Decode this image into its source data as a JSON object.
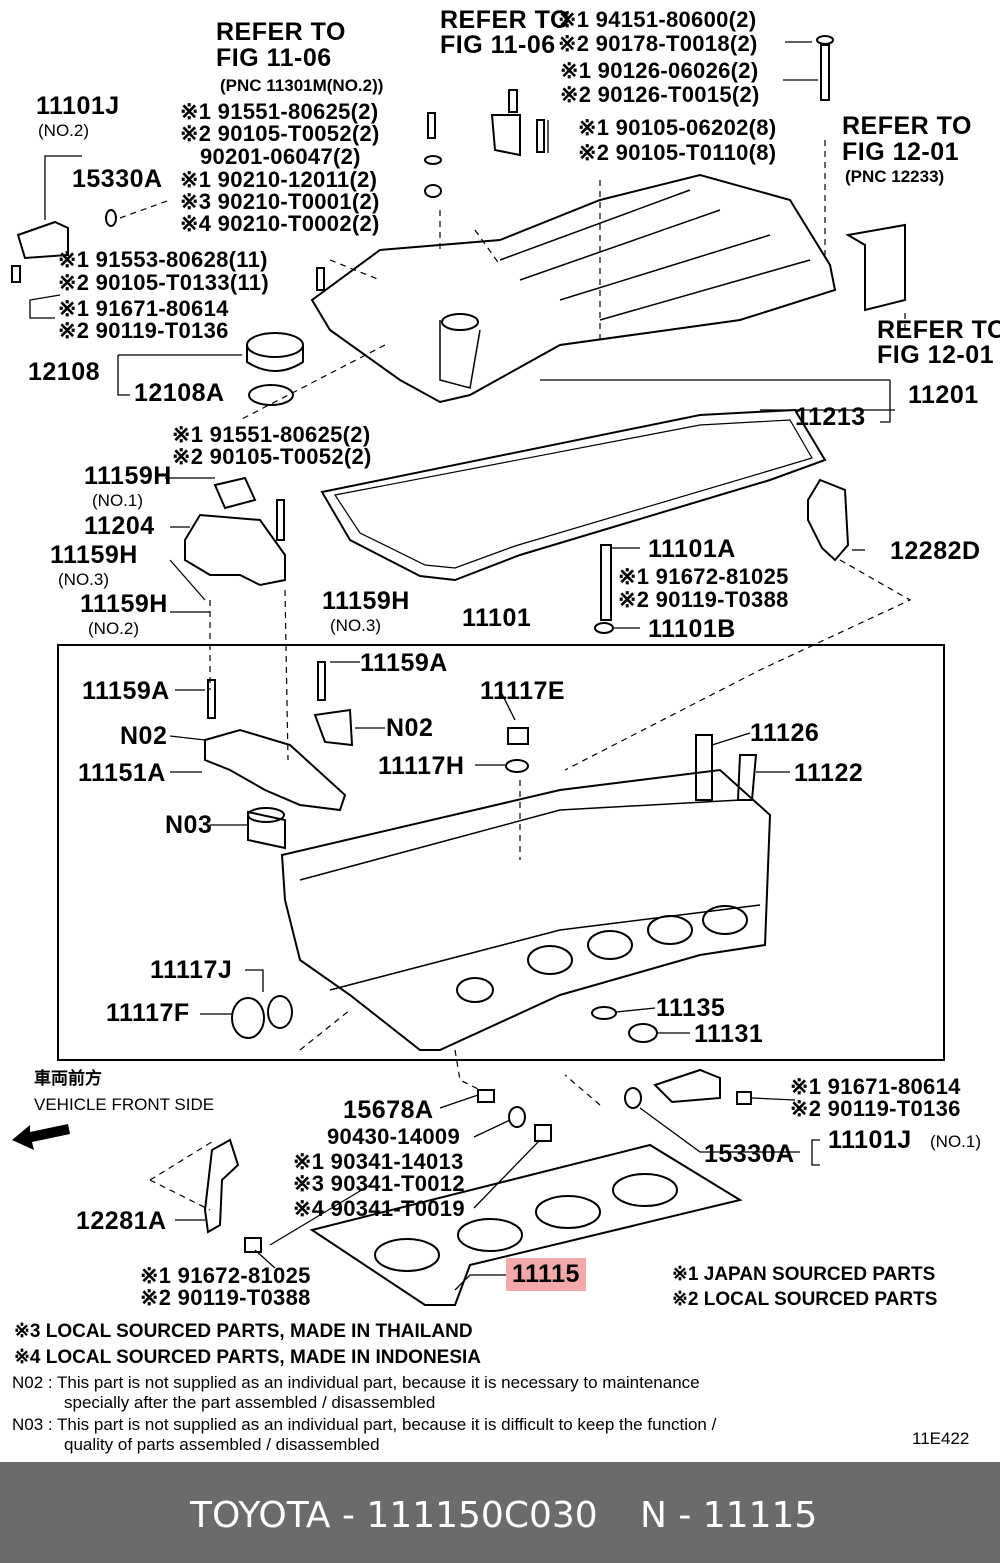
{
  "labels": {
    "refer_1106_a": "REFER TO",
    "refer_1106_b": "FIG 11-06",
    "refer_1106_pnc": "(PNC 11301M(NO.2))",
    "refer_1106c_a": "REFER TO",
    "refer_1106c_b": "FIG 11-06",
    "p94151": "※1 94151-80600(2)",
    "p90178": "※2 90178-T0018(2)",
    "p90126a": "※1 90126-06026(2)",
    "p90126b": "※2 90126-T0015(2)",
    "p11101j_top": "11101J",
    "p11101j_top_no": "(NO.2)",
    "p91551a": "※1 91551-80625(2)",
    "p90105a": "※2 90105-T0052(2)",
    "p90201": "90201-06047(2)",
    "p90210a": "※1 90210-12011(2)",
    "p90210b": "※3 90210-T0001(2)",
    "p90210c": "※4 90210-T0002(2)",
    "p15330a_top": "15330A",
    "p90105b": "※1 90105-06202(8)",
    "p90105c": "※2 90105-T0110(8)",
    "refer_1201_a": "REFER TO",
    "refer_1201_b": "FIG 12-01",
    "refer_1201_pnc": "(PNC 12233)",
    "p91553": "※1 91553-80628(11)",
    "p90105d": "※2 90105-T0133(11)",
    "p91671a": "※1 91671-80614",
    "p90119a": "※2 90119-T0136",
    "refer_1201b_a": "REFER TO",
    "refer_1201b_b": "FIG 12-01",
    "p12108": "12108",
    "p12108a": "12108A",
    "p11201": "11201",
    "p11213": "11213",
    "p91551b": "※1 91551-80625(2)",
    "p90105e": "※2 90105-T0052(2)",
    "p11159h_1": "11159H",
    "p11159h_1_no": "(NO.1)",
    "p11204": "11204",
    "p11159h_3": "11159H",
    "p11159h_3_no": "(NO.3)",
    "p11159h_2": "11159H",
    "p11159h_2_no": "(NO.2)",
    "p11159h_3b": "11159H",
    "p11159h_3b_no": "(NO.3)",
    "p11101": "11101",
    "p11101a": "11101A",
    "p91672a": "※1 91672-81025",
    "p90119b": "※2 90119-T0388",
    "p11101b": "11101B",
    "p12282d": "12282D",
    "p11159a_1": "11159A",
    "p11159a_2": "11159A",
    "p11117e": "11117E",
    "p n02_1": "N02",
    "p_n02_1": "N02",
    "p_n02_2": "N02",
    "p11151a": "11151A",
    "p11117h": "11117H",
    "p11126": "11126",
    "p11122": "11122",
    "p_n03": "N03",
    "p11117j": "11117J",
    "p11117f": "11117F",
    "p11135": "11135",
    "p11131": "11131",
    "front_jp": "車両前方",
    "front_en": "VEHICLE FRONT SIDE",
    "p15678a": "15678A",
    "p90430": "90430-14009",
    "p90341a": "※1 90341-14013",
    "p90341b": "※3 90341-T0012",
    "p90341c": "※4 90341-T0019",
    "p91671b": "※1 91671-80614",
    "p90119c": "※2 90119-T0136",
    "p15330a_bot": "15330A",
    "p11101j_bot": "11101J",
    "p11101j_bot_no": "(NO.1)",
    "p12281a": "12281A",
    "p91672b": "※1 91672-81025",
    "p90119d": "※2 90119-T0388",
    "p11115": "11115",
    "legend1": "※1 JAPAN SOURCED PARTS",
    "legend2": "※2 LOCAL SOURCED PARTS"
  },
  "notes": {
    "n3": "※3 LOCAL SOURCED PARTS, MADE IN THAILAND",
    "n4": "※4 LOCAL SOURCED PARTS, MADE IN INDONESIA",
    "n02_a": "N02 : This part is not supplied as an individual part, because it is necessary to maintenance",
    "n02_b": "specially after the part assembled / disassembled",
    "n03_a": "N03 : This part is not supplied as an individual part, because it is difficult to keep the function /",
    "n03_b": "quality of parts  assembled / disassembled",
    "code": "11E422"
  },
  "footer": {
    "brand_part": "TOYOTA - 111150C030",
    "pnc": "N - 11115"
  },
  "colors": {
    "highlight": "#f3a9a9",
    "footer_bg": "#6b6b6b"
  }
}
